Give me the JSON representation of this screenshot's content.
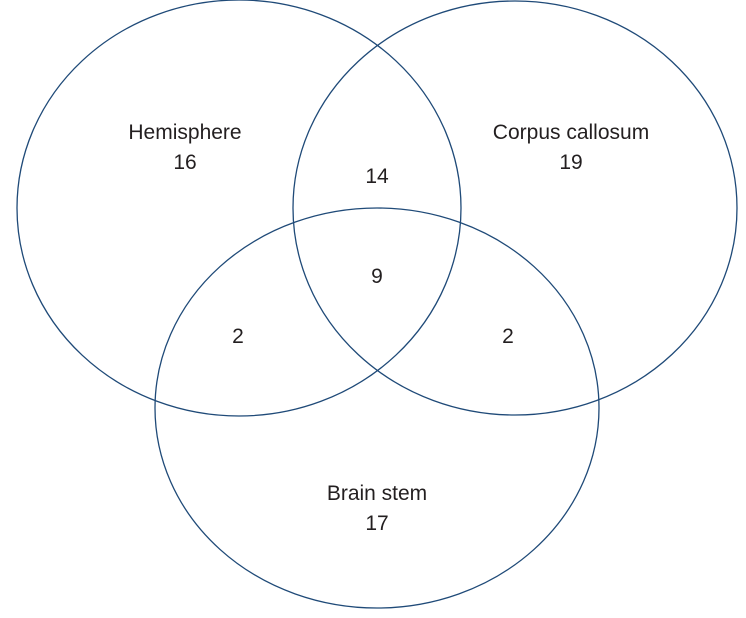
{
  "stroke_color": "#1f4a78",
  "sets": [
    {
      "name": "Hemisphere",
      "only": "16"
    },
    {
      "name": "Corpus callosum",
      "only": "19"
    },
    {
      "name": "Brain stem",
      "only": "17"
    }
  ],
  "intersections": {
    "hemisphere_corpus": "14",
    "hemisphere_brainstem": "2",
    "corpus_brainstem": "2",
    "all_three": "9"
  }
}
